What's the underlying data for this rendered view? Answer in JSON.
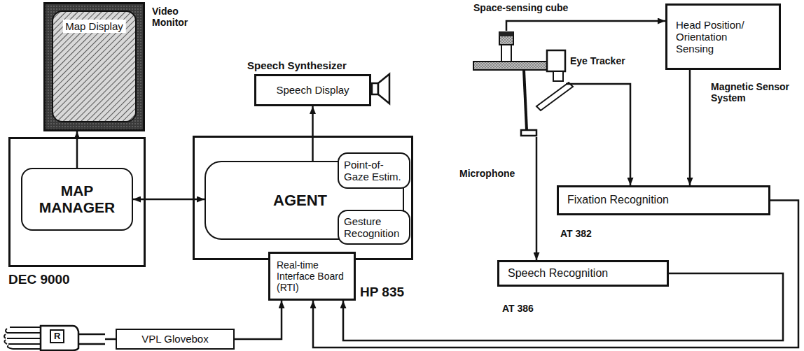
{
  "diagram": {
    "nodes": [
      {
        "text": [
          "Map Display",
          "Video Monitor"
        ]
      },
      {
        "text": [
          "DEC 9000"
        ]
      },
      {
        "text": [
          "MAP MANAGER"
        ],
        "in": 1
      },
      {
        "text": [
          "Speech Synthesizer",
          "Speech Display"
        ]
      },
      {
        "text": [
          "HP 835"
        ]
      },
      {
        "text": [
          "AGENT"
        ],
        "in": 4
      },
      {
        "text": [
          "Point-of-Gaze Estim."
        ],
        "in": 5
      },
      {
        "text": [
          "Gesture Recognition"
        ],
        "in": 5
      },
      {
        "text": [
          "Real-time Interface Board (RTI)"
        ],
        "in": 4
      },
      {
        "text": [
          "Head Position/ Orientation Sensing",
          "Magnetic Sensor System"
        ]
      },
      {
        "text": [
          "Fixation Recognition",
          "AT 382"
        ]
      },
      {
        "text": [
          "Speech Recognition",
          "AT 386"
        ]
      },
      {
        "text": [
          "VPL Glovebox"
        ]
      }
    ],
    "edges": [
      {
        "from": 2,
        "to": 0,
        "arrow": "to"
      },
      {
        "from": 2,
        "to": 5,
        "arrow": "both"
      },
      {
        "from": 5,
        "to": 3,
        "arrow": "to"
      },
      {
        "from": 9,
        "to": 10,
        "arrow": "to"
      },
      {
        "from": 12,
        "to": 8,
        "arrow": "to"
      },
      {
        "from": 11,
        "to": 8,
        "arrow": "to"
      },
      {
        "from": 10,
        "to": 8,
        "arrow": "to"
      }
    ],
    "labels": [
      "Space-sensing cube",
      "Eye Tracker",
      "Microphone",
      "R"
    ]
  }
}
